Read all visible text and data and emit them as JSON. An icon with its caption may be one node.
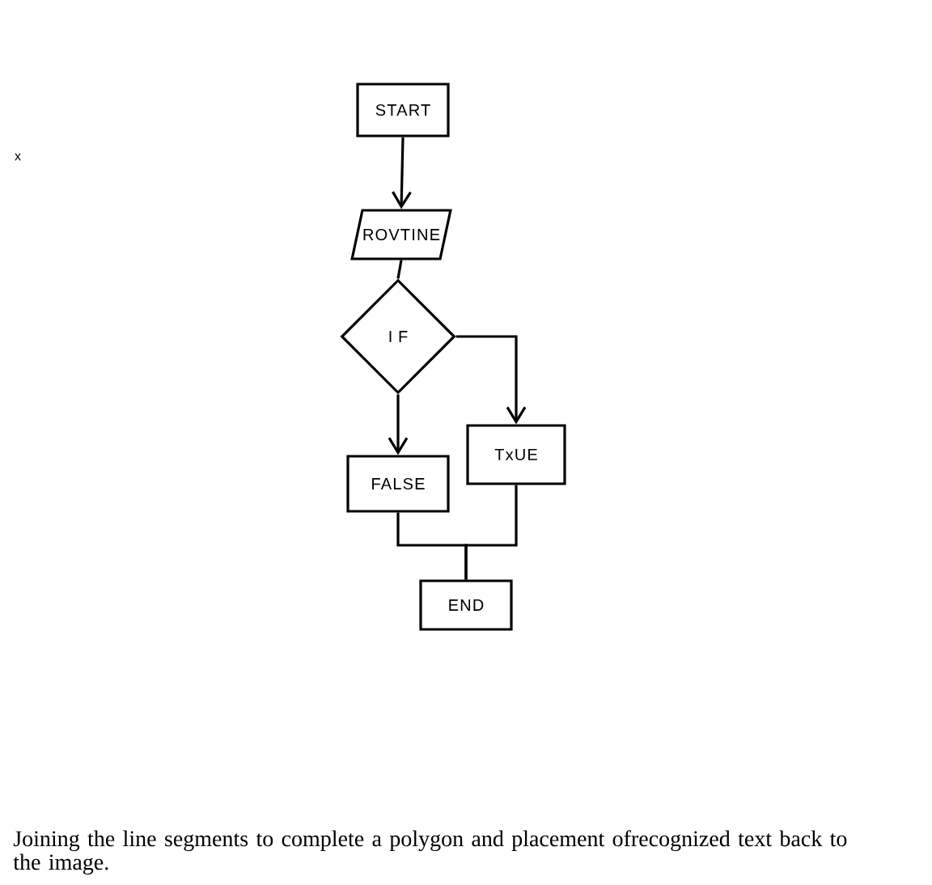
{
  "diagram": {
    "caption": "Joining the line segments to complete a polygon and placement ofrecognized text back to the image.",
    "nodes": [
      {
        "text": [
          "START"
        ]
      },
      {
        "text": [
          "ROVTINE"
        ]
      },
      {
        "text": [
          "I F"
        ]
      },
      {
        "text": [
          "FALSE"
        ]
      },
      {
        "text": [
          "TxUE"
        ]
      },
      {
        "text": [
          "END"
        ]
      }
    ],
    "edges": [
      {
        "from": 0,
        "to": 1,
        "arrow": "to"
      },
      {
        "from": 1,
        "to": 2,
        "arrow": "none"
      },
      {
        "from": 2,
        "to": 3,
        "arrow": "to"
      },
      {
        "from": 2,
        "to": 4,
        "arrow": "to"
      },
      {
        "from": 3,
        "to": 5,
        "arrow": "none"
      },
      {
        "from": 4,
        "to": 5,
        "arrow": "none"
      }
    ],
    "labels": [
      "x"
    ]
  }
}
